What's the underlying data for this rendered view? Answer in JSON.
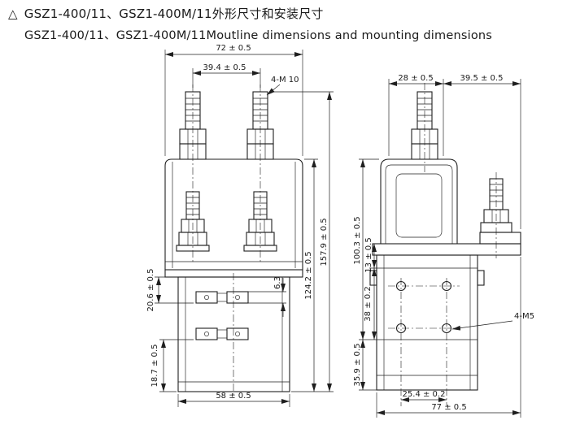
{
  "colors": {
    "ink": "#1f1f1f",
    "background": "#ffffff"
  },
  "header": {
    "marker": "△",
    "title_zh": "GSZ1-400/11、GSZ1-400M/11外形尺寸和安装尺寸",
    "title_en": "GSZ1-400/11、GSZ1-400M/11Moutline dimensions and mounting dimensions"
  },
  "front_view": {
    "dims": {
      "top_width": "72 ± 0.5",
      "terminal_spacing": "39.4 ± 0.5",
      "terminal_thread": "4-M 10",
      "overall_height": "157.9 ± 0.5",
      "body_height": "124.2 ± 0.5",
      "tab_thickness": "6.3",
      "upper_tab_offset": "20.6 ± 0.5",
      "lower_tab_offset": "18.7 ± 0.5",
      "base_width": "58 ± 0.5"
    }
  },
  "side_view": {
    "dims": {
      "front_depth": "28 ± 0.5",
      "rear_depth": "39.5 ± 0.5",
      "upper_height": "100.3 ± 0.5",
      "flange_height": "13 ± 0.5",
      "hole_row_spacing": "38 ± 0.2",
      "lower_height": "35.9 ± 0.5",
      "mounting_thread": "4-M5",
      "hole_col_spacing": "25.4 ± 0.2",
      "overall_depth": "77 ± 0.5"
    }
  }
}
